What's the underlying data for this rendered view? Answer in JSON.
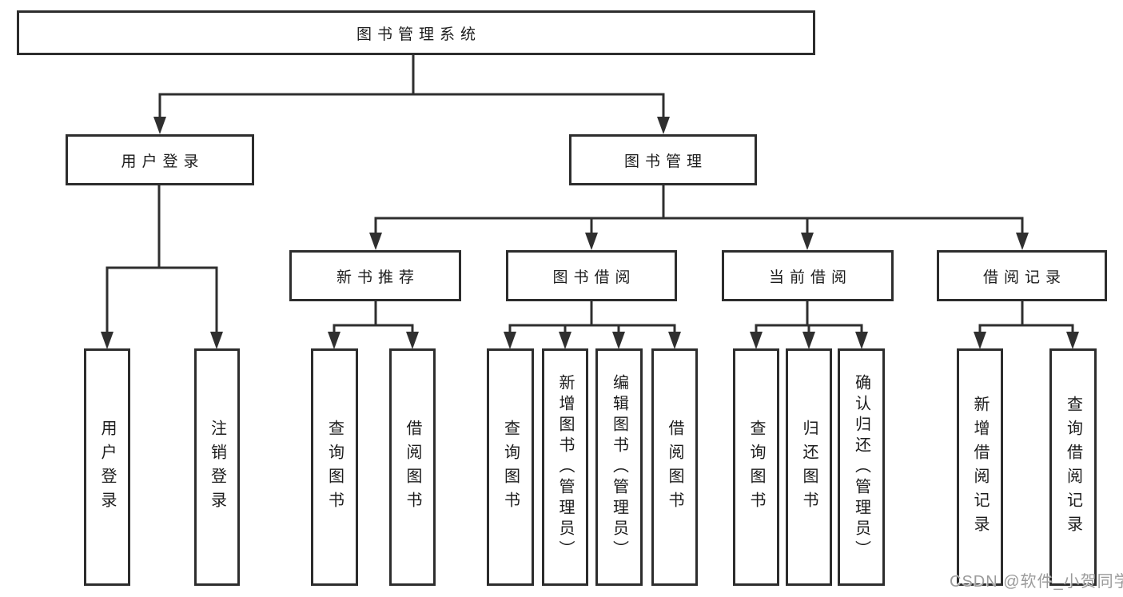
{
  "colors": {
    "line": "#2f2f2f",
    "box_border": "#2d2d2d",
    "text": "#1c1c1c",
    "watermark": "#9b9b9b",
    "background": "#ffffff"
  },
  "diagram": {
    "root": {
      "label": "图书管理系统"
    },
    "branches": {
      "user_login": {
        "label": "用户登录",
        "children": [
          "用户登录",
          "注销登录"
        ]
      },
      "book_management": {
        "label": "图书管理",
        "groups": {
          "new_book_recommend": {
            "label": "新书推荐",
            "children": [
              "查询图书",
              "借阅图书"
            ]
          },
          "book_borrow": {
            "label": "图书借阅",
            "children": [
              "查询图书",
              "新增图书（管理员）",
              "编辑图书（管理员）",
              "借阅图书"
            ]
          },
          "current_borrow": {
            "label": "当前借阅",
            "children": [
              "查询图书",
              "归还图书",
              "确认归还（管理员）"
            ]
          },
          "borrow_records": {
            "label": "借阅记录",
            "children": [
              "新增借阅记录",
              "查询借阅记录"
            ]
          }
        }
      }
    }
  },
  "watermark": {
    "text": "CSDN @软件_小贺同学"
  }
}
